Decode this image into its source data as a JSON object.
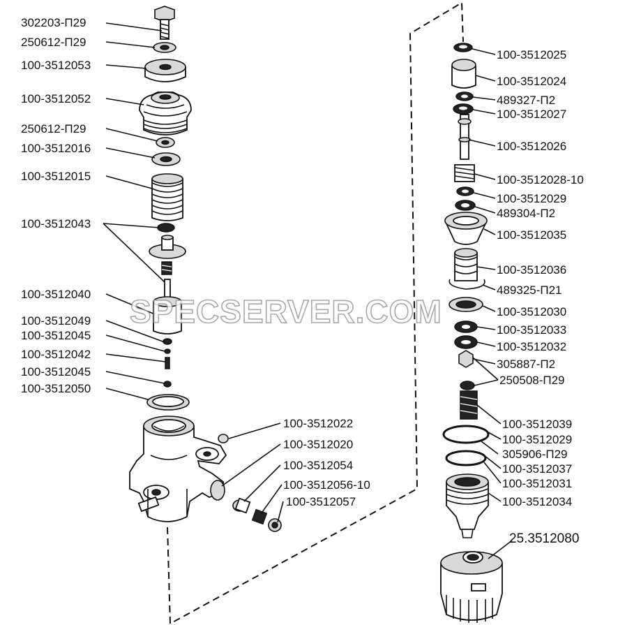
{
  "watermark": "SPECSERVER.COM",
  "labels_left": {
    "l1": "302203-П29",
    "l2": "250612-П29",
    "l3": "100-3512053",
    "l4": "100-3512052",
    "l5": "250612-П29",
    "l6": "100-3512016",
    "l7": "100-3512015",
    "l8": "100-3512043",
    "l9": "100-3512040",
    "l10": "100-3512049",
    "l11": "100-3512045",
    "l12": "100-3512042",
    "l13": "100-3512045",
    "l14": "100-3512050"
  },
  "labels_mid": {
    "m1": "100-3512022",
    "m2": "100-3512020",
    "m3": "100-3512054",
    "m4": "100-3512056-10",
    "m5": "100-3512057"
  },
  "labels_right": {
    "r1": "100-3512025",
    "r2": "100-3512024",
    "r3": "489327-П2",
    "r4": "100-3512027",
    "r5": "100-3512026",
    "r6": "100-3512028-10",
    "r7": "100-3512029",
    "r8": "489304-П2",
    "r9": "100-3512035",
    "r10": "100-3512036",
    "r11": "489325-П21",
    "r12": "100-3512030",
    "r13": "100-3512033",
    "r14": "100-3512032",
    "r15": "305887-П2",
    "r16": "250508-П29",
    "r17": "100-3512039",
    "r18": "100-3512029",
    "r19": "305906-П29",
    "r20": "100-3512037",
    "r21": "100-3512031",
    "r22": "100-3512034",
    "r23": "25.3512080"
  }
}
